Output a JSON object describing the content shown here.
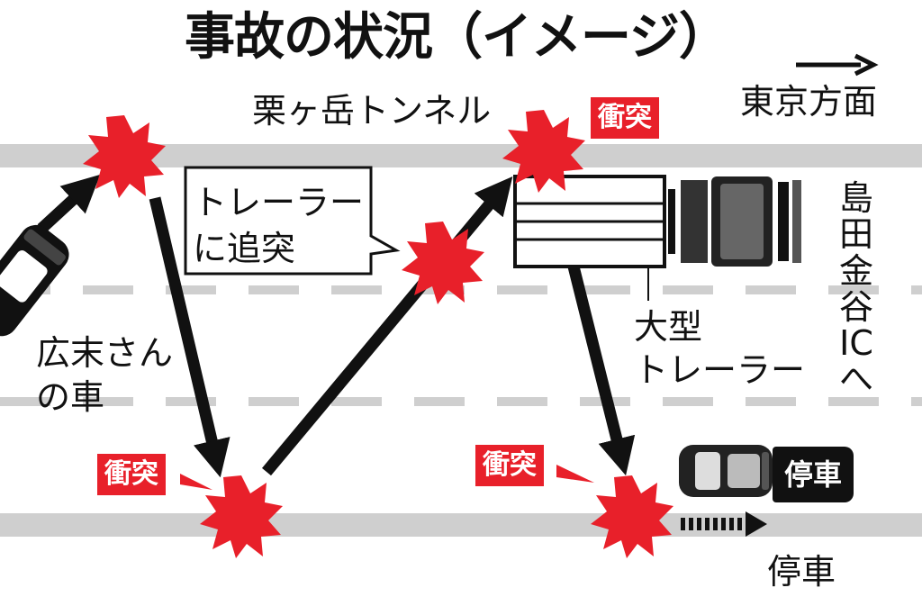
{
  "title": "事故の状況（イメージ）",
  "labels": {
    "tunnel": "栗ヶ岳トンネル",
    "direction": "東京方面",
    "exit": [
      "島",
      "田",
      "金",
      "谷",
      "IC",
      "へ"
    ],
    "truck_line1": "大型",
    "truck_line2": "トレーラー",
    "car_line1": "広末さん",
    "car_line2": "の車",
    "callout_line1": "トレーラー",
    "callout_line2": "に追突",
    "stopped_badge": "停車",
    "stopped_text": "停車"
  },
  "badges": {
    "collision_1": "衝突",
    "collision_2": "衝突",
    "collision_3": "衝突"
  },
  "colors": {
    "impact": "#e8202a",
    "lane": "#cfcfcf",
    "ink": "#111111"
  }
}
